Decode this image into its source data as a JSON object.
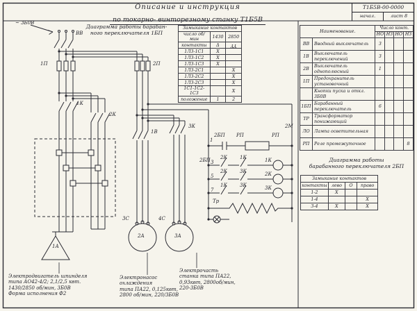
{
  "header": {
    "title_line1": "Описание  и  инструкция",
    "title_line2": "по токарно- винторезному станку    Т1Б5В",
    "doc_number": "Т1Б5В-00-0000",
    "doc_stage": "начал.",
    "doc_sheet": "лист 8"
  },
  "captions": {
    "drum1_line1": "Диаграмма работы барабан-",
    "drum1_line2": "ного переключателя 1БП",
    "drum2_line1": "Диаграмма работы",
    "drum2_line2": "барабанного переключателя 2БП"
  },
  "table_drum1": {
    "title": "Замыкание контактов",
    "col_header": "число об/мин",
    "speed1": "1430",
    "speed2": "2850",
    "contacts_label": "контакты",
    "sym1": "Δ",
    "sym2": "YY",
    "rows": [
      {
        "c": "1Л3-1С1",
        "v1": "X",
        "v2": ""
      },
      {
        "c": "1Л3-1С2",
        "v1": "X",
        "v2": ""
      },
      {
        "c": "1Л3-1С3",
        "v1": "X",
        "v2": ""
      },
      {
        "c": "1Л3-2С1",
        "v1": "",
        "v2": "X"
      },
      {
        "c": "1Л3-2С2",
        "v1": "",
        "v2": "X"
      },
      {
        "c": "1Л3-2С3",
        "v1": "",
        "v2": "X"
      },
      {
        "c": "1С1-1С2-1С3",
        "v1": "",
        "v2": "X"
      }
    ],
    "pos_label": "положение",
    "pos1": "1",
    "pos2": "2"
  },
  "table_parts": {
    "title": "Наименование.",
    "qty_header": "Число конт.",
    "sub_cols": [
      "НО",
      "НЗ",
      "НО",
      "НЗ"
    ],
    "rows": [
      {
        "sym": "ВВ",
        "name": "Вводный выключатель",
        "q1": "3",
        "q2": "",
        "q3": "",
        "q4": ""
      },
      {
        "sym": "1В",
        "name": "Выключатель переключений",
        "q1": "3",
        "q2": "",
        "q3": "",
        "q4": ""
      },
      {
        "sym": "2В",
        "name": "Выключатель однополюсный",
        "q1": "1",
        "q2": "",
        "q3": "",
        "q4": ""
      },
      {
        "sym": "1П",
        "name": "Предохранитель установочный",
        "q1": "",
        "q2": "",
        "q3": "",
        "q4": ""
      },
      {
        "sym": "",
        "name": "Кнопки пуска и откл. 3Б0В",
        "q1": "",
        "q2": "",
        "q3": "",
        "q4": ""
      },
      {
        "sym": "1БП",
        "name": "Барабанный переключатель",
        "q1": "6",
        "q2": "",
        "q3": "",
        "q4": ""
      },
      {
        "sym": "ТР",
        "name": "Трансформатор понижающий",
        "q1": "",
        "q2": "",
        "q3": "",
        "q4": ""
      },
      {
        "sym": "ЛО",
        "name": "Лампа осветительная",
        "q1": "",
        "q2": "",
        "q3": "",
        "q4": ""
      },
      {
        "sym": "РП",
        "name": "Реле промежуточное",
        "q1": "",
        "q2": "",
        "q3": "",
        "q4": "8"
      }
    ]
  },
  "table_drum2": {
    "title": "Замыкание контактов",
    "headers": [
      "контакты",
      "лево",
      "О",
      "право"
    ],
    "rows": [
      {
        "c": "1-2",
        "left": "X",
        "o": "",
        "right": ""
      },
      {
        "c": "1-4",
        "left": "",
        "o": "",
        "right": "X"
      },
      {
        "c": "3-4",
        "left": "X",
        "o": "",
        "right": "X"
      }
    ]
  },
  "notes": {
    "motor_main": [
      "Электродвигатель шпинделя",
      "типа АО42-4/2;  2,1/2,5 квт.",
      "1430/2850 об/мин,  3Б0В"
    ],
    "motor_main_extra": "Форма исполнения Ф2",
    "pump": [
      "Электронасос",
      "охлаждения",
      "типа ПА22, 0,125квт,",
      "2800 об/мин, 220/3Б0В"
    ],
    "machine": [
      "Электрочасть",
      "станка типа ПА22,",
      "0,93квт, 2800об/мин,",
      "220-3Б0В"
    ]
  },
  "labels": [
    {
      "t": "~ 3Б0В"
    },
    {
      "t": "ВВ"
    },
    {
      "t": "1П"
    },
    {
      "t": "2П"
    },
    {
      "t": "1К"
    },
    {
      "t": "2К"
    },
    {
      "t": "1В"
    },
    {
      "t": "3К"
    },
    {
      "t": "2БП"
    },
    {
      "t": "РП"
    },
    {
      "t": "РП"
    },
    {
      "t": "1"
    },
    {
      "t": "2БП"
    },
    {
      "t": "2К"
    },
    {
      "t": "1К"
    },
    {
      "t": "1К"
    },
    {
      "t": "3"
    },
    {
      "t": "2К"
    },
    {
      "t": "3К"
    },
    {
      "t": "2К"
    },
    {
      "t": "5"
    },
    {
      "t": "1К"
    },
    {
      "t": "3К"
    },
    {
      "t": "3К"
    },
    {
      "t": "7"
    },
    {
      "t": "Тр"
    },
    {
      "t": "2М"
    },
    {
      "t": "1А"
    },
    {
      "t": "2А"
    },
    {
      "t": "3А"
    },
    {
      "t": "3С"
    },
    {
      "t": "4С"
    }
  ]
}
